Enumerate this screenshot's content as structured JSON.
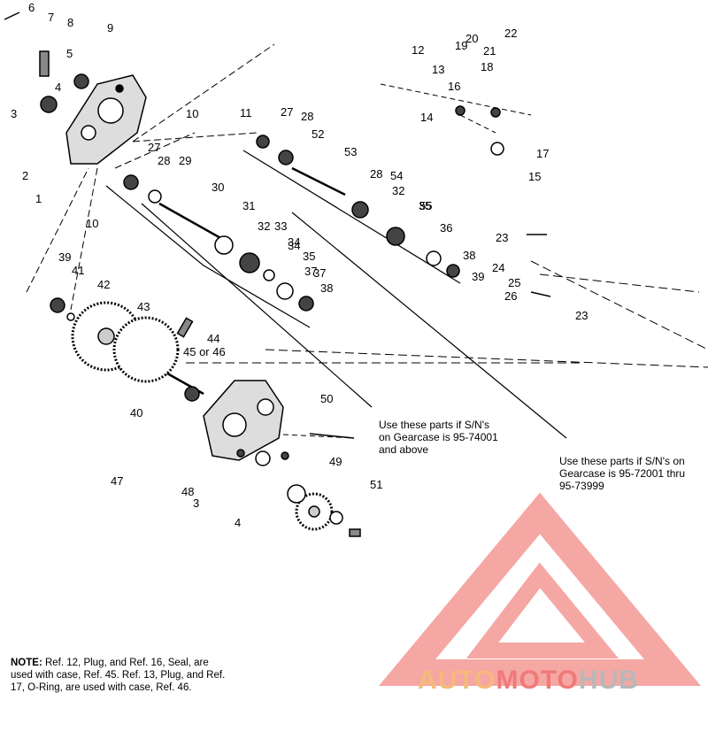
{
  "part_labels": [
    "1",
    "2",
    "3",
    "4",
    "5",
    "6",
    "7",
    "8",
    "9",
    "10",
    "10",
    "11",
    "12",
    "13",
    "14",
    "15",
    "16",
    "17",
    "18",
    "19",
    "20",
    "21",
    "22",
    "23",
    "23",
    "24",
    "25",
    "26",
    "27",
    "27",
    "28",
    "28",
    "28",
    "29",
    "30",
    "31",
    "32",
    "32",
    "33",
    "34",
    "34",
    "35",
    "35",
    "36",
    "37",
    "37",
    "38",
    "38",
    "39",
    "39",
    "40",
    "41",
    "42",
    "43",
    "44",
    "45 or 46",
    "47",
    "48",
    "3",
    "4",
    "49",
    "50",
    "51",
    "52",
    "53",
    "54",
    "55"
  ],
  "callouts": {
    "upper": [
      "Use these parts if S/N's",
      "on Gearcase is 95-74001",
      "and above"
    ],
    "lower": [
      "Use these parts if S/N's on",
      "Gearcase is 95-72001 thru",
      "95-73999"
    ]
  },
  "note": {
    "heading": "NOTE:",
    "body": "Ref. 12, Plug, and Ref. 16, Seal, are used with case, Ref. 45. Ref. 13, Plug, and Ref. 17, O-Ring, are used with case, Ref. 46."
  },
  "watermark": {
    "part1": "AUTO",
    "part2": "MOTO",
    "part3": "HUB",
    "colors": {
      "auto": "#f5b97a",
      "moto": "#f07a78",
      "hub": "#b8b8b8",
      "triangle": "#f28a86"
    }
  }
}
